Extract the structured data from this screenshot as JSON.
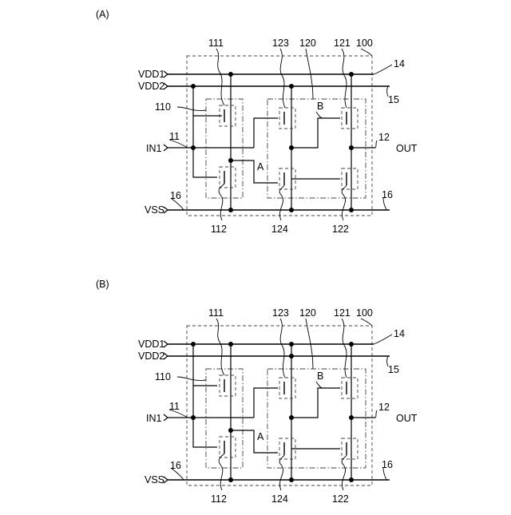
{
  "panels": [
    {
      "panel_label": "(A)",
      "input_pin": "IN1",
      "output_pin": "OUT",
      "rails": {
        "vdd1": "VDD1",
        "vdd2": "VDD2",
        "vss": "VSS"
      },
      "refs": {
        "r100": "100",
        "r111": "111",
        "r123": "123",
        "r120": "120",
        "r121": "121",
        "r14": "14",
        "r15": "15",
        "r110": "110",
        "r11": "11",
        "r12": "12",
        "r16_left": "16",
        "r16_right": "16",
        "r112": "112",
        "r124": "124",
        "r122": "122"
      },
      "nodes": {
        "a": "A",
        "b": "B"
      }
    },
    {
      "panel_label": "(B)",
      "input_pin": "IN1",
      "output_pin": "OUT",
      "rails": {
        "vdd1": "VDD1",
        "vdd2": "VDD2",
        "vss": "VSS"
      },
      "refs": {
        "r100": "100",
        "r111": "111",
        "r123": "123",
        "r120": "120",
        "r121": "121",
        "r14": "14",
        "r15": "15",
        "r110": "110",
        "r11": "11",
        "r12": "12",
        "r16_left": "16",
        "r16_right": "16",
        "r112": "112",
        "r124": "124",
        "r122": "122"
      },
      "nodes": {
        "a": "A",
        "b": "B"
      }
    }
  ]
}
